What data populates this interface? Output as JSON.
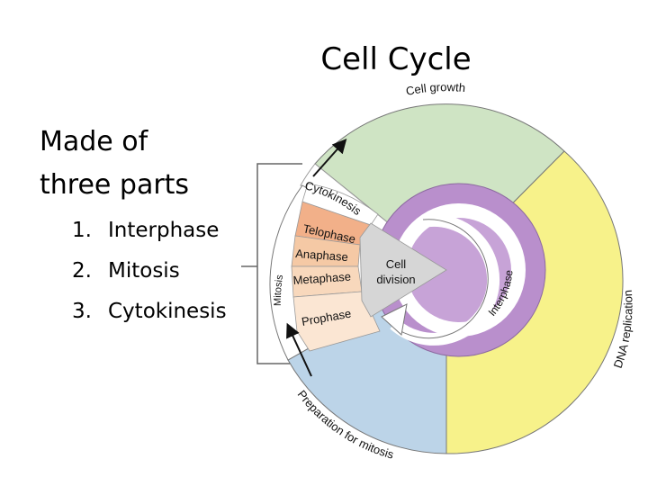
{
  "slide": {
    "title": "Cell Cycle",
    "intro_lines": [
      "Made of",
      "three parts"
    ],
    "parts": [
      {
        "num": "1.",
        "label": "Interphase"
      },
      {
        "num": "2.",
        "label": "Mitosis"
      },
      {
        "num": "3.",
        "label": "Cytokinesis"
      }
    ]
  },
  "diagram": {
    "cell_growth": "Cell growth",
    "dna_replication": "DNA replication",
    "preparation": "Preparation for mitosis",
    "cytokinesis": "Cytokinesis",
    "phases": [
      "Telophase",
      "Anaphase",
      "Metaphase",
      "Prophase"
    ],
    "mitosis": "Mitosis",
    "interphase": "Interphase",
    "center_line1": "Cell",
    "center_line2": "division",
    "colors": {
      "cell_growth": "#cfe4c4",
      "dna_replication": "#f7f28a",
      "preparation": "#bcd4e8",
      "telophase": "#f2b089",
      "anaphase": "#f5c9a5",
      "metaphase": "#f8d8bc",
      "prophase": "#fbe6d3",
      "cytokinesis": "#ffffff",
      "interphase_ring": "#b98fcc",
      "center": "#c7a3d7",
      "division_wedge": "#d6d6d6",
      "outline": "#555555"
    }
  }
}
